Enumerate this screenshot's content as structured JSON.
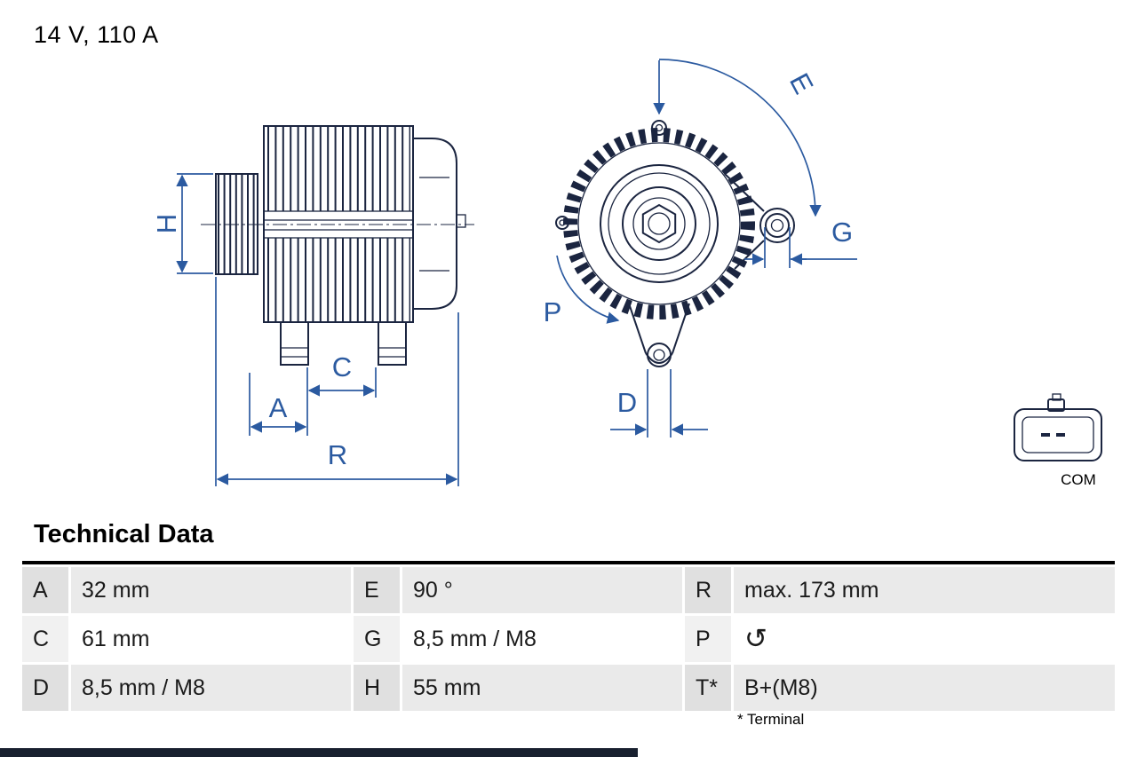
{
  "header": {
    "title": "14 V, 110 A"
  },
  "diagram": {
    "dimension_labels": {
      "h": "H",
      "a": "A",
      "c": "C",
      "r": "R",
      "e": "E",
      "g": "G",
      "p": "P",
      "d": "D"
    },
    "connector_label": "COM",
    "accent_color": "#2b5aa0",
    "line_color": "#1b2540"
  },
  "technical_data": {
    "heading": "Technical Data",
    "rows": [
      [
        {
          "key": "A",
          "value": "32 mm"
        },
        {
          "key": "E",
          "value": "90 °"
        },
        {
          "key": "R",
          "value": "max. 173 mm"
        }
      ],
      [
        {
          "key": "C",
          "value": "61 mm"
        },
        {
          "key": "G",
          "value": "8,5 mm / M8"
        },
        {
          "key": "P",
          "value": "↺"
        }
      ],
      [
        {
          "key": "D",
          "value": "8,5 mm / M8"
        },
        {
          "key": "H",
          "value": "55 mm"
        },
        {
          "key": "T*",
          "value": "B+(M8)"
        }
      ]
    ],
    "footnote": "* Terminal"
  }
}
